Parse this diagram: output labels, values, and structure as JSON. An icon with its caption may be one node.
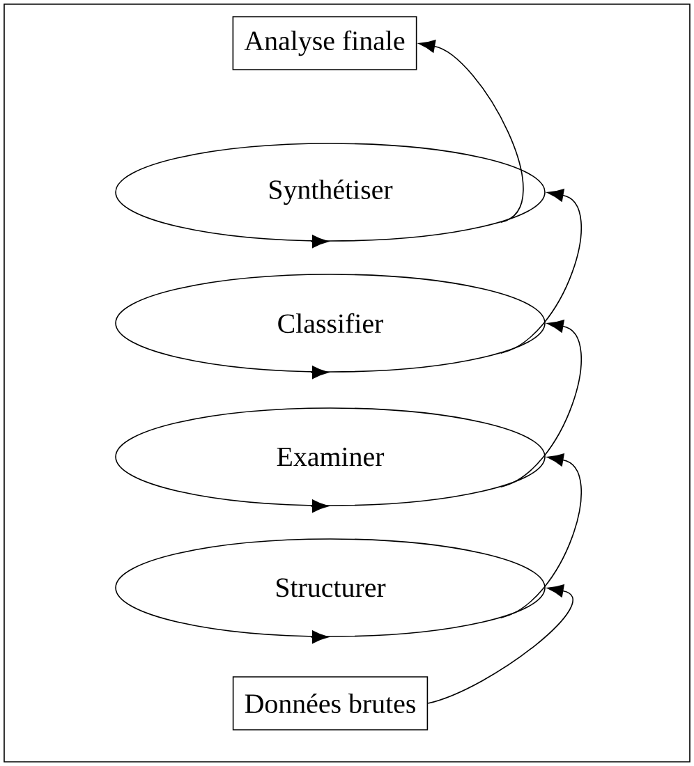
{
  "diagram": {
    "nodes": [
      {
        "text": [
          "Analyse finale"
        ]
      },
      {
        "text": [
          "Synthétiser"
        ]
      },
      {
        "text": [
          "Classifier"
        ]
      },
      {
        "text": [
          "Examiner"
        ]
      },
      {
        "text": [
          "Structurer"
        ]
      },
      {
        "text": [
          "Données brutes"
        ]
      }
    ],
    "edges": [
      {
        "from": 5,
        "to": 4,
        "arrow": "to"
      },
      {
        "from": 4,
        "to": 3,
        "arrow": "to"
      },
      {
        "from": 3,
        "to": 2,
        "arrow": "to"
      },
      {
        "from": 2,
        "to": 1,
        "arrow": "to"
      },
      {
        "from": 1,
        "to": 0,
        "arrow": "to"
      }
    ]
  }
}
